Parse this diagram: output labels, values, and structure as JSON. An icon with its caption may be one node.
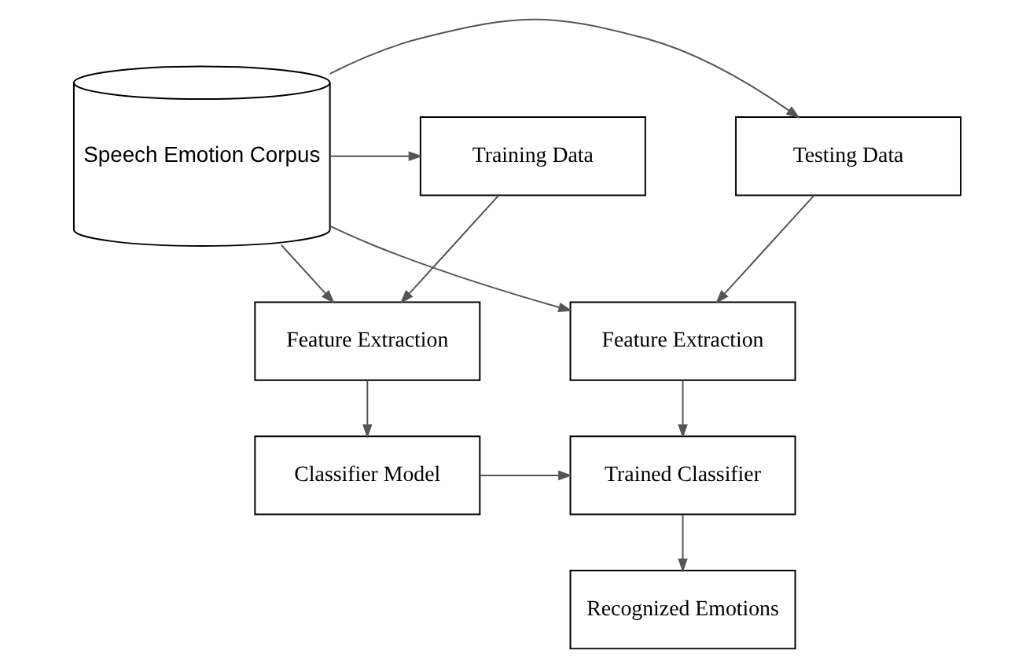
{
  "diagram": {
    "nodes": [
      {
        "text": [
          "Training Data"
        ]
      },
      {
        "text": [
          "Speech Emotion Corpus"
        ]
      },
      {
        "text": [
          "Testing Data"
        ]
      },
      {
        "text": [
          "Feature Extraction"
        ]
      },
      {
        "text": [
          "Feature Extraction"
        ]
      },
      {
        "text": [
          "Classifier Model"
        ]
      },
      {
        "text": [
          "Trained Classifier"
        ]
      },
      {
        "text": [
          "Recognized Emotions"
        ]
      }
    ],
    "edges": [
      {
        "from": 1,
        "to": 0,
        "arrow": "to"
      },
      {
        "from": 1,
        "to": 2,
        "arrow": "to"
      },
      {
        "from": 0,
        "to": 3,
        "arrow": "to"
      },
      {
        "from": 1,
        "to": 3,
        "arrow": "to"
      },
      {
        "from": 1,
        "to": 4,
        "arrow": "to"
      },
      {
        "from": 2,
        "to": 4,
        "arrow": "to"
      },
      {
        "from": 3,
        "to": 5,
        "arrow": "to"
      },
      {
        "from": 4,
        "to": 6,
        "arrow": "to"
      },
      {
        "from": 5,
        "to": 6,
        "arrow": "to"
      },
      {
        "from": 6,
        "to": 7,
        "arrow": "to"
      }
    ]
  }
}
